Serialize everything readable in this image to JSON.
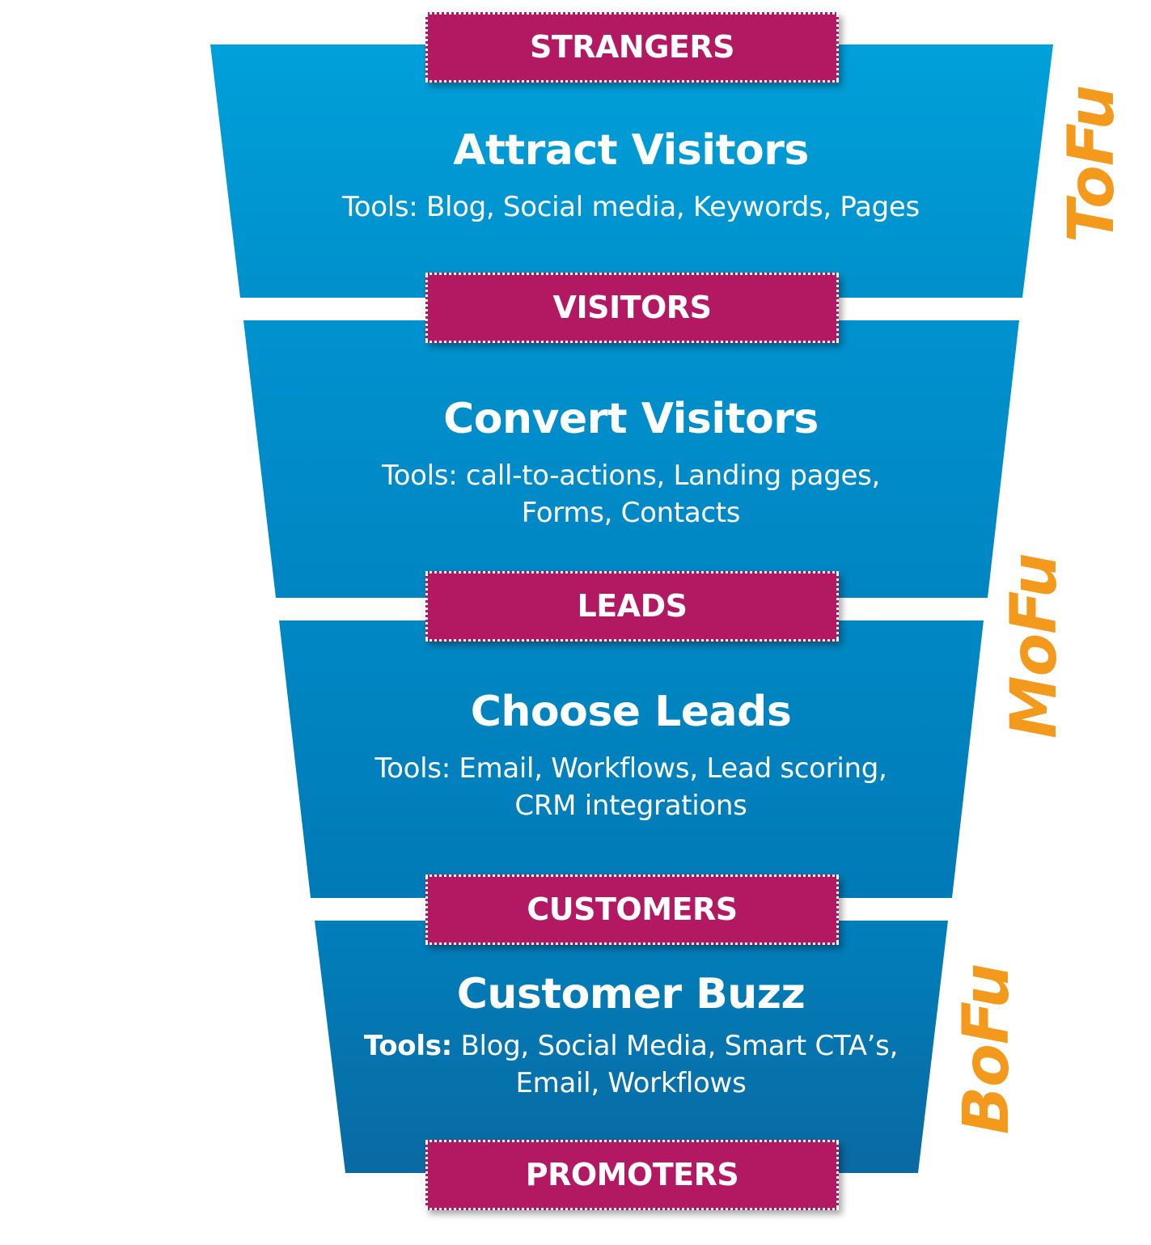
{
  "labels": {
    "strangers": "STRANGERS",
    "visitors": "VISITORS",
    "leads": "LEADS",
    "customers": "CUSTOMERS",
    "promoters": "PROMOTERS"
  },
  "stages": [
    {
      "title": "Attract Visitors",
      "tools_prefix": "",
      "tools_line1": "Tools: Blog, Social media, Keywords, Pages",
      "tools_line2": ""
    },
    {
      "title": "Convert Visitors",
      "tools_prefix": "",
      "tools_line1": "Tools: call-to-actions, Landing pages,",
      "tools_line2": "Forms, Contacts"
    },
    {
      "title": "Choose Leads",
      "tools_prefix": "",
      "tools_line1": "Tools: Email, Workflows, Lead scoring,",
      "tools_line2": "CRM integrations"
    },
    {
      "title": "Customer Buzz",
      "tools_prefix": "Tools:",
      "tools_line1": " Blog, Social Media, Smart CTA’s,",
      "tools_line2": "Email, Workflows"
    }
  ],
  "phases": {
    "tofu": "ToFu",
    "mofu": "MoFu",
    "bofu": "BoFu"
  },
  "colors": {
    "funnel_blue_top": "#009fd9",
    "funnel_blue_bottom": "#0a6fa8",
    "label_magenta": "#b31962",
    "phase_orange": "#f39a1d",
    "text_white": "#ffffff"
  }
}
